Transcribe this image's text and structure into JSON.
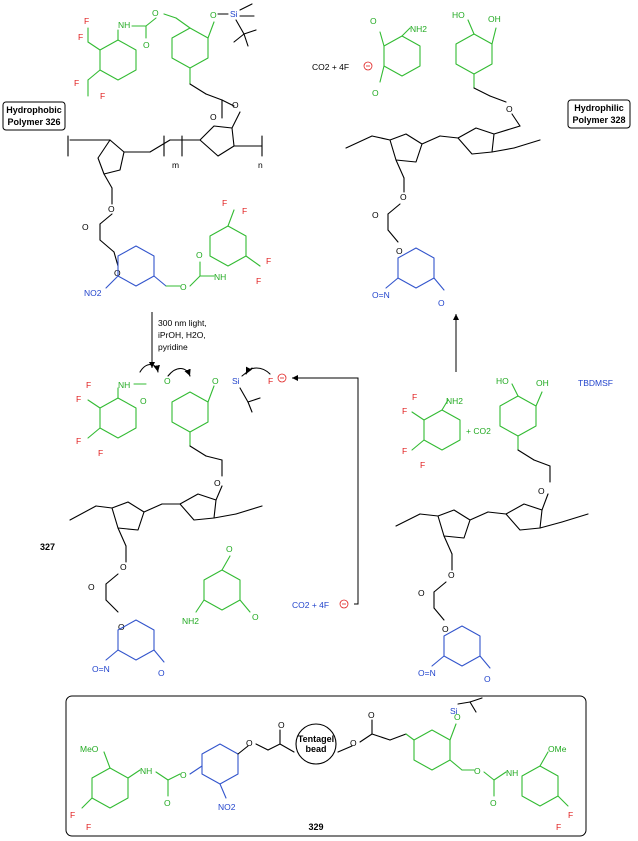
{
  "labels": {
    "hydrophobic_line1": "Hydrophobic",
    "hydrophobic_line2": "Polymer 326",
    "hydrophilic_line1": "Hydrophilic",
    "hydrophilic_line2": "Polymer 328",
    "compound_327": "327",
    "compound_329": "329",
    "bead_line1": "Tentagel",
    "bead_line2": "bead"
  },
  "conditions": {
    "line1": "300 nm light,",
    "line2": "iPrOH, H2O,",
    "line3": "pyridine"
  },
  "atoms": {
    "F": "F",
    "NH": "NH",
    "NH2": "NH2",
    "O": "O",
    "Si": "Si",
    "OH": "OH",
    "HO": "HO",
    "OMe": "OMe",
    "MeO": "MeO",
    "NO2": "NO2",
    "ON": "O=N",
    "m": "m",
    "n": "n"
  },
  "byproducts": {
    "co2_4f_top": "CO2 + 4F",
    "co2_4f_mid": "CO2 + 4F",
    "plus_co2": "+ CO2",
    "tbdmsf": "TBDMSF"
  },
  "colors": {
    "aniline_fragment": "#33bb33",
    "nitrobenzyl_fragment": "#3355cc",
    "fluoride": "#e02020",
    "backbone": "#000000"
  }
}
